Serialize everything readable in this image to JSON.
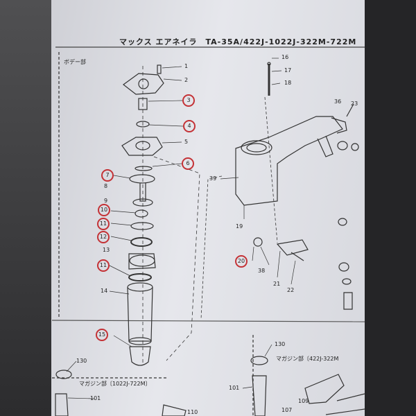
{
  "document": {
    "title": "マックス エアネイラ　TA-35A/422J-1022J-322M-722M",
    "section_body": "ボデー部",
    "section_magazine_right": "マガジン部〔422J-322M",
    "section_magazine_left": "マガジン部〔1022J-722M〕"
  },
  "labels": {
    "p1": "1",
    "p2": "2",
    "p5": "5",
    "p8": "8",
    "p9": "9",
    "p13": "13",
    "p14": "14",
    "p16": "16",
    "p17": "17",
    "p18": "18",
    "p19": "19",
    "p21": "21",
    "p22": "22",
    "p23": "23",
    "p36": "36",
    "p38": "38",
    "p39": "39",
    "p101a": "101",
    "p101b": "101",
    "p107": "107",
    "p109": "109",
    "p110": "110",
    "p130a": "130",
    "p130b": "130"
  },
  "circled": {
    "c3": "3",
    "c4": "4",
    "c6": "6",
    "c7": "7",
    "c10": "10",
    "c11a": "11",
    "c12": "12",
    "c11b": "11",
    "c15": "15",
    "c20": "20"
  },
  "colors": {
    "paper": "#e1e2e7",
    "ink": "#222222",
    "circle": "#c43236"
  }
}
